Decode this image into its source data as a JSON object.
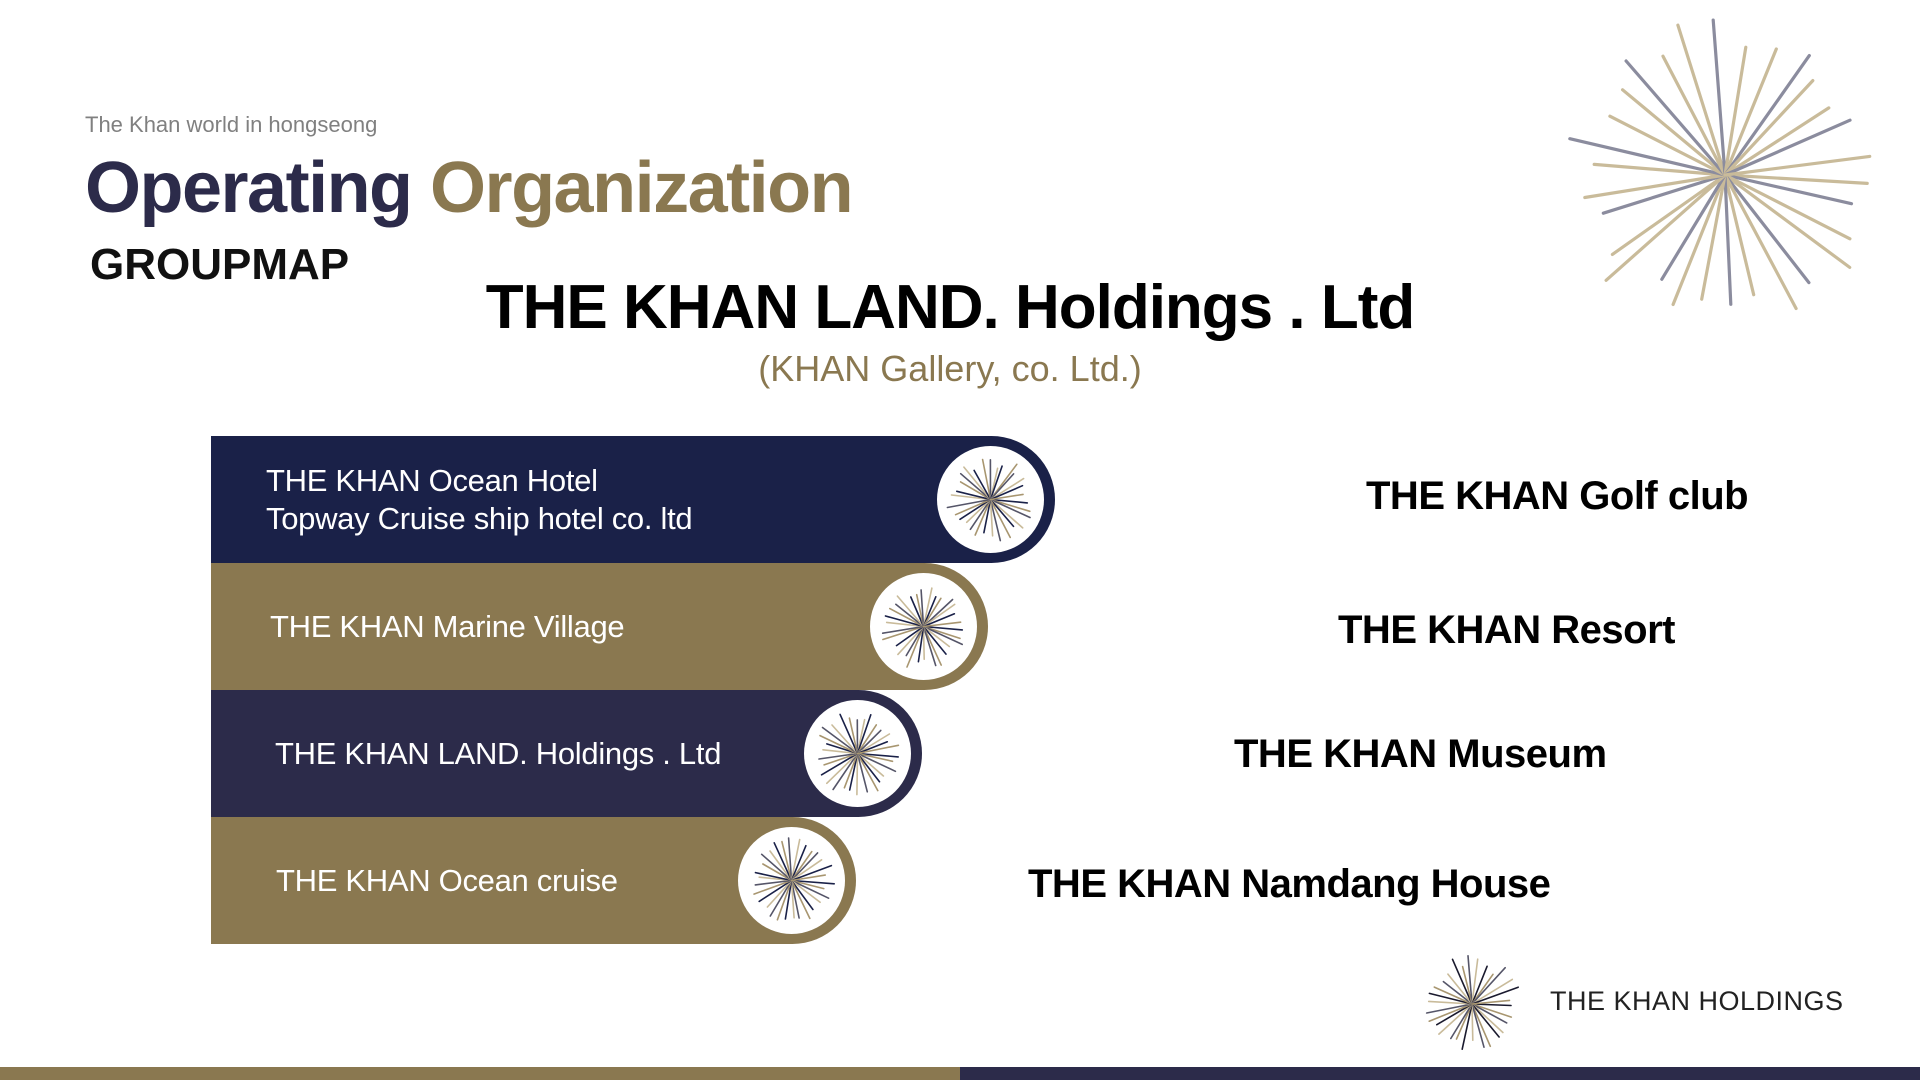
{
  "header": {
    "kicker": "The Khan world in hongseong",
    "title_part1": "Operating",
    "title_part2": "Organization",
    "subtitle": "GROUPMAP"
  },
  "holding": {
    "name": "THE KHAN LAND. Holdings . Ltd",
    "sub": "(KHAN Gallery, co. Ltd.)"
  },
  "bands": [
    {
      "line1": "THE KHAN Ocean Hotel",
      "line2": "Topway Cruise ship hotel co. ltd",
      "color": "#1a2148"
    },
    {
      "line1": "THE KHAN Marine Village",
      "line2": "",
      "color": "#8a7850"
    },
    {
      "line1": "THE KHAN LAND. Holdings . Ltd",
      "line2": "",
      "color": "#2c2b4a"
    },
    {
      "line1": "THE KHAN Ocean cruise",
      "line2": "",
      "color": "#8a7850"
    }
  ],
  "right_items": [
    "THE KHAN Golf club",
    "THE KHAN Resort",
    "THE KHAN Museum",
    "THE KHAN Namdang House"
  ],
  "footer": {
    "logo_text": "THE KHAN HOLDINGS",
    "logo_icon": "starburst-icon"
  },
  "colors": {
    "navy": "#2c2b4a",
    "dark_navy": "#1a2148",
    "gold": "#8a7850",
    "gray": "#808080"
  }
}
